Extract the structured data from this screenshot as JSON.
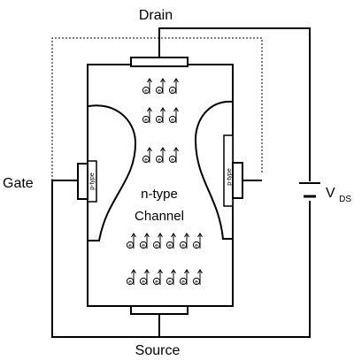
{
  "labels": {
    "drain": "Drain",
    "source": "Source",
    "gate": "Gate",
    "channel_line1": "n-type",
    "channel_line2": "Channel",
    "vds_main": "V",
    "vds_sub": "DS",
    "p_type_left": "p-type",
    "p_type_right": "p-type",
    "electron": "e"
  },
  "colors": {
    "line": "#000000",
    "background": "#ffffff"
  }
}
